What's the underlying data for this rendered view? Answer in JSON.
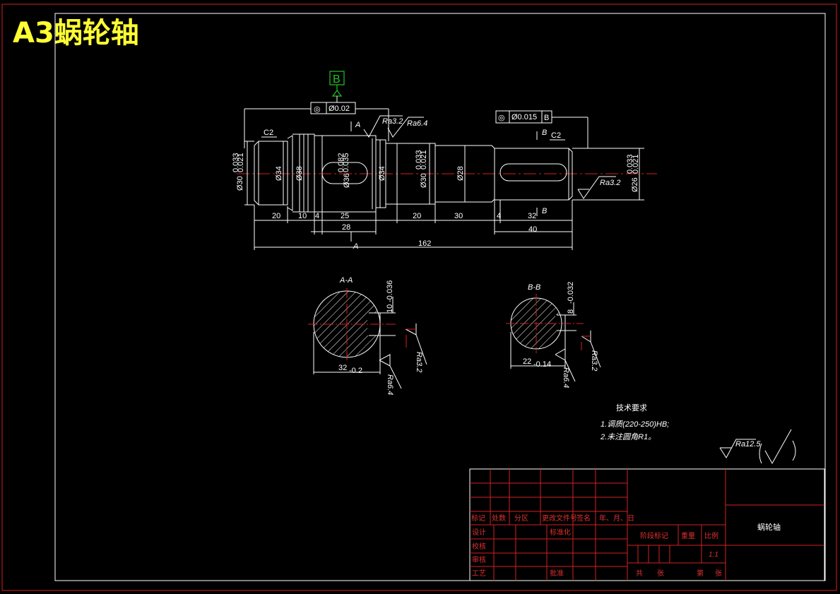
{
  "banner_title": "A3蜗轮轴",
  "datum_b": "B",
  "tolerance_frames": {
    "left": {
      "symbol": "◎",
      "value": "Ø0.02"
    },
    "right": {
      "symbol": "◎",
      "value": "Ø0.015",
      "datum": "B"
    }
  },
  "chamfers": {
    "left": "C2",
    "right": "C2"
  },
  "section_markers": {
    "a_top": "A",
    "a_bottom": "A",
    "b_top": "B",
    "b_bottom": "B"
  },
  "roughness": {
    "r1": "Ra3.2",
    "r2": "Ra6.4",
    "r3": "Ra3.2",
    "general": "Ra12.5"
  },
  "diameters": {
    "d1": "Ø30",
    "d1_tol_hi": "0.033",
    "d1_tol_lo": "0.021",
    "d2": "Ø34",
    "d3": "Ø38",
    "d4": "Ø36",
    "d4_tol_hi": "0.082",
    "d4_tol_lo": "0.035",
    "d5": "Ø34",
    "d6": "Ø30",
    "d6_tol_hi": "0.033",
    "d6_tol_lo": "0.021",
    "d7": "Ø28",
    "d8": "Ø26",
    "d8_tol_hi": "0.033",
    "d8_tol_lo": "0.021"
  },
  "lengths": {
    "l1": "20",
    "l2": "10",
    "l3": "4",
    "l4": "25",
    "l5": "28",
    "l6": "20",
    "l7": "30",
    "l8": "4",
    "l9": "32",
    "l10": "40",
    "total": "162"
  },
  "sections": {
    "aa": {
      "title": "A-A",
      "width_dim": "10",
      "width_tol": "-0.036",
      "depth_dim": "32",
      "depth_tol": "-0.2",
      "ra_a": "Ra3.2",
      "ra_b": "Ra6.4"
    },
    "bb": {
      "title": "B-B",
      "width_dim": "8",
      "width_tol": "-0.032",
      "depth_dim": "22",
      "depth_tol": "-0.14",
      "ra_a": "Ra3.2",
      "ra_b": "Ra6.4"
    }
  },
  "tech_requirements": {
    "heading": "技术要求",
    "items": [
      "1.调质(220-250)HB;",
      "2.未注圆角R1。"
    ]
  },
  "title_block": {
    "part_name": "蜗轮轴",
    "scale": "1:1",
    "revision_row": [
      "标记",
      "处数",
      "分区",
      "更改文件号",
      "签名",
      "年、月、日"
    ],
    "left_labels": [
      "设计",
      "校核",
      "审核",
      "工艺"
    ],
    "std_label": "标准化",
    "approve_label": "批准",
    "stage_headers": [
      "阶段标记",
      "重量",
      "比例"
    ],
    "sheet_labels": [
      "共",
      "张",
      "第",
      "张"
    ]
  },
  "colors": {
    "background": "#000000",
    "border": "#d42020",
    "lines": "#ffffff",
    "banner": "#ffff33",
    "datum": "#22c422"
  }
}
